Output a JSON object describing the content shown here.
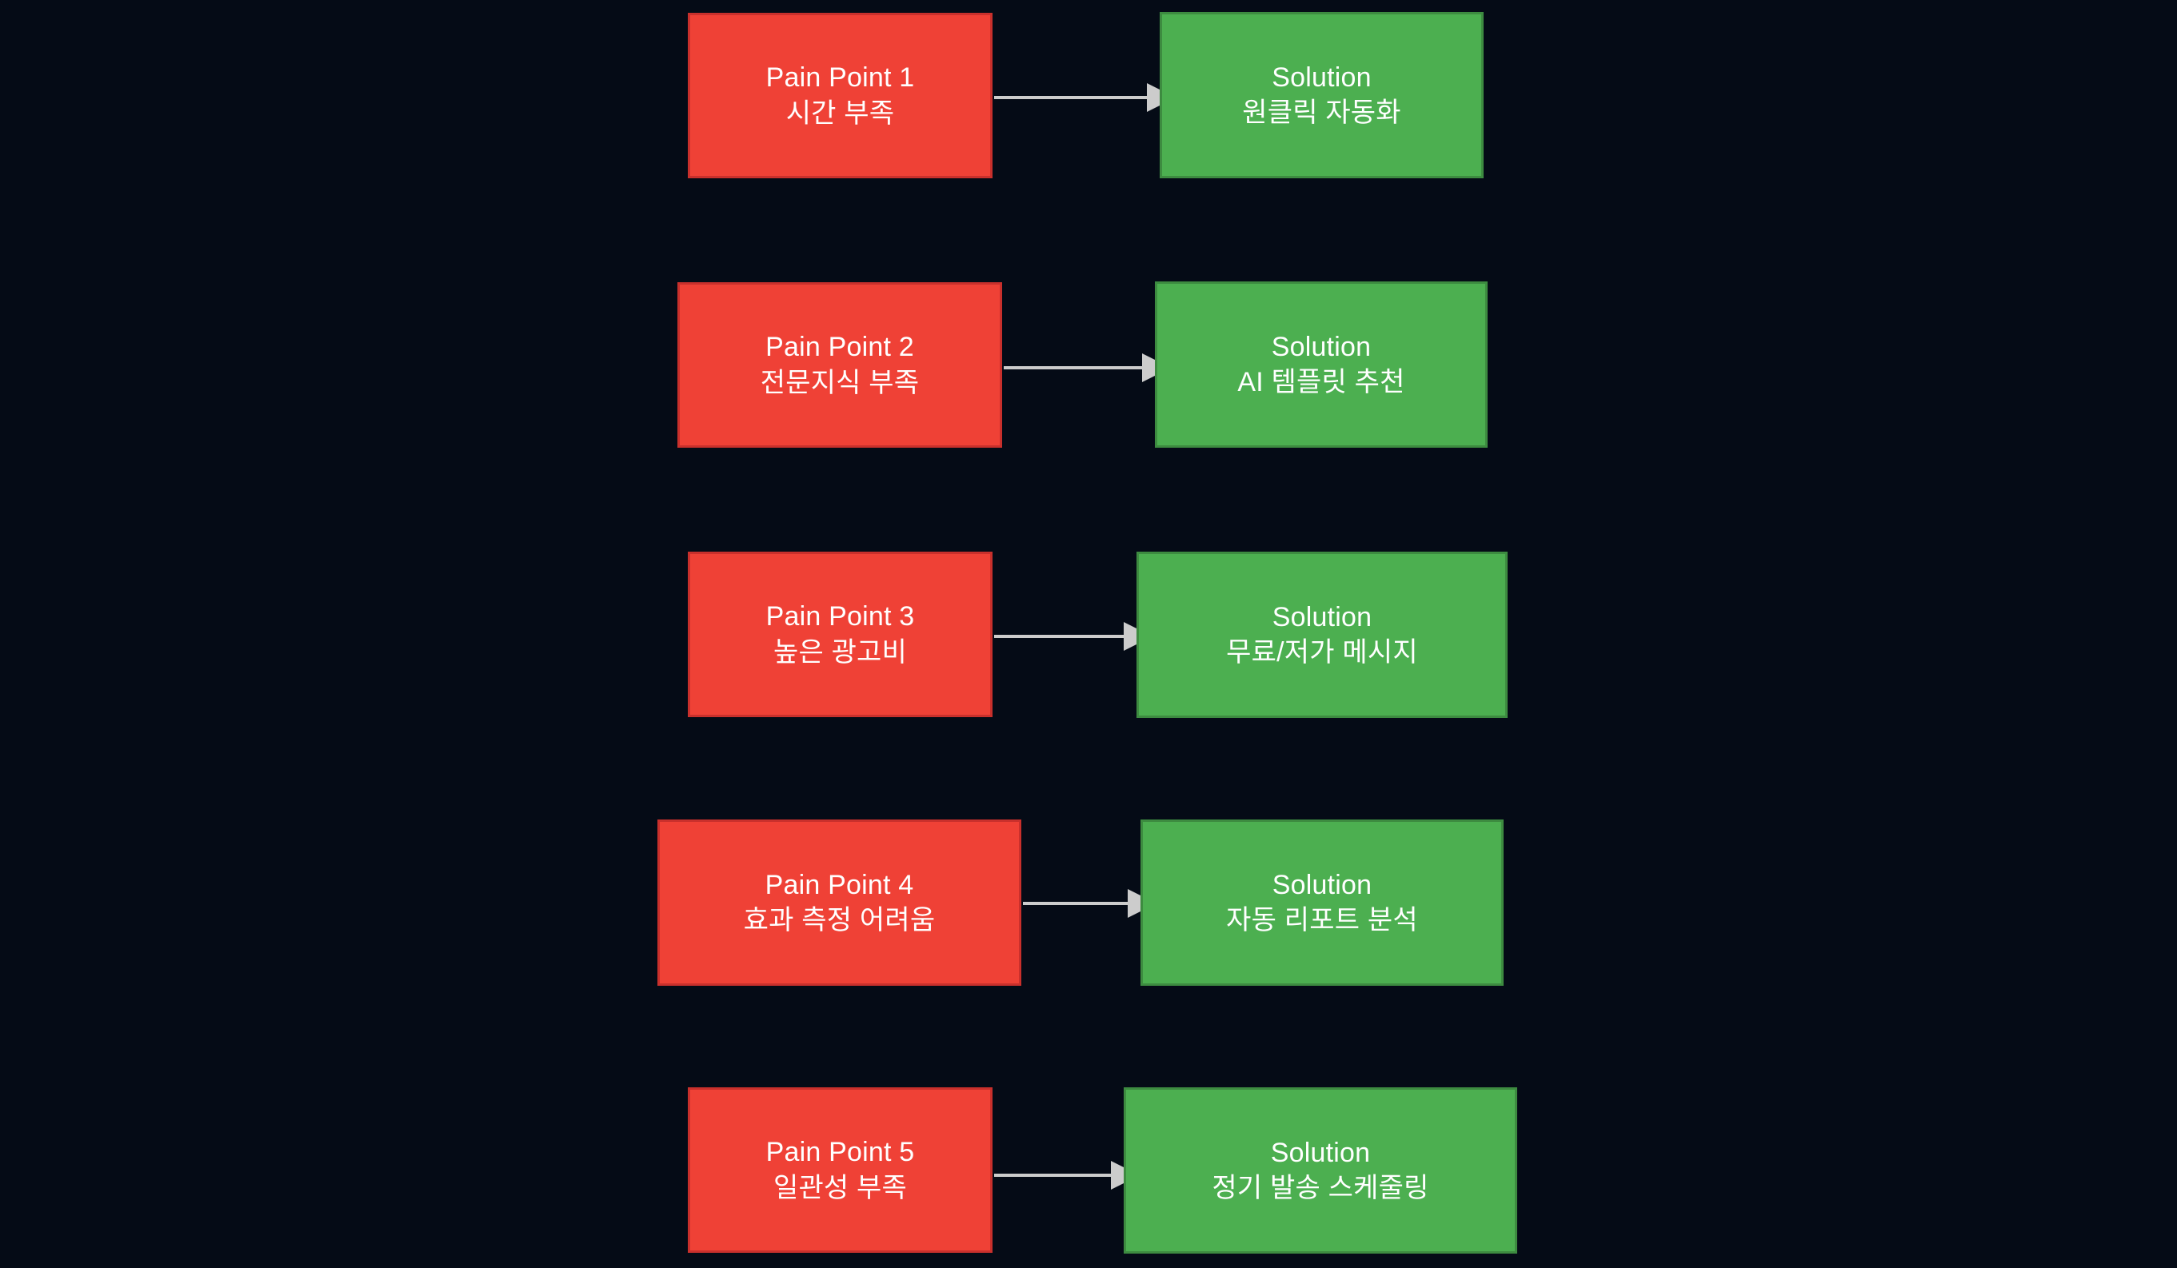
{
  "diagram": {
    "background_color": "#050b16",
    "pain_fill": "#ef4136",
    "pain_border": "#c9302c",
    "solution_fill": "#4caf50",
    "solution_border": "#3d8b40",
    "arrow_color": "#cccccc",
    "text_color": "#ffffff",
    "type": "flowchart-pairs",
    "rows": [
      {
        "pain": {
          "title": "Pain Point 1",
          "detail": "시간 부족"
        },
        "solution": {
          "title": "Solution",
          "detail": "원클릭 자동화"
        }
      },
      {
        "pain": {
          "title": "Pain Point 2",
          "detail": "전문지식 부족"
        },
        "solution": {
          "title": "Solution",
          "detail": "AI 템플릿 추천"
        }
      },
      {
        "pain": {
          "title": "Pain Point 3",
          "detail": "높은 광고비"
        },
        "solution": {
          "title": "Solution",
          "detail": "무료/저가 메시지"
        }
      },
      {
        "pain": {
          "title": "Pain Point 4",
          "detail": "효과 측정 어려움"
        },
        "solution": {
          "title": "Solution",
          "detail": "자동 리포트 분석"
        }
      },
      {
        "pain": {
          "title": "Pain Point 5",
          "detail": "일관성 부족"
        },
        "solution": {
          "title": "Solution",
          "detail": "정기 발송 스케줄링"
        }
      }
    ]
  }
}
